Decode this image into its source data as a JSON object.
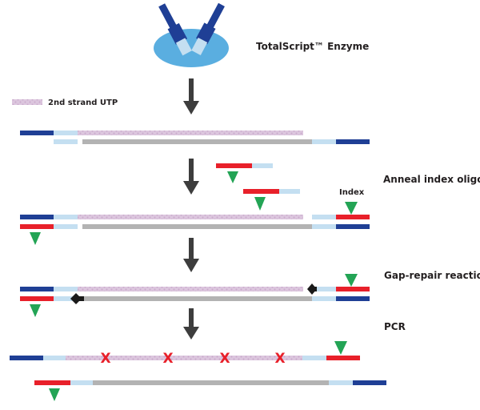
{
  "labels": {
    "enzyme": "TotalScript™ Enzyme",
    "legend_utp": "2nd strand UTP",
    "anneal": "Anneal index oligo",
    "index": "Index",
    "gap_repair": "Gap-repair reaction",
    "pcr": "PCR"
  },
  "colors": {
    "dark_blue": "#1f3f95",
    "light_blue": "#c4dff1",
    "gray": "#b3b3b3",
    "red": "#e8202a",
    "green": "#23a455",
    "utp": "#d7bfd9",
    "black": "#1a1a1a",
    "arrow": "#3d3d3d",
    "enzyme_ellipse": "#5aaee0"
  },
  "legend": {
    "item": "utp-strand"
  },
  "pcr_marks": [
    "X",
    "X",
    "X",
    "X"
  ]
}
